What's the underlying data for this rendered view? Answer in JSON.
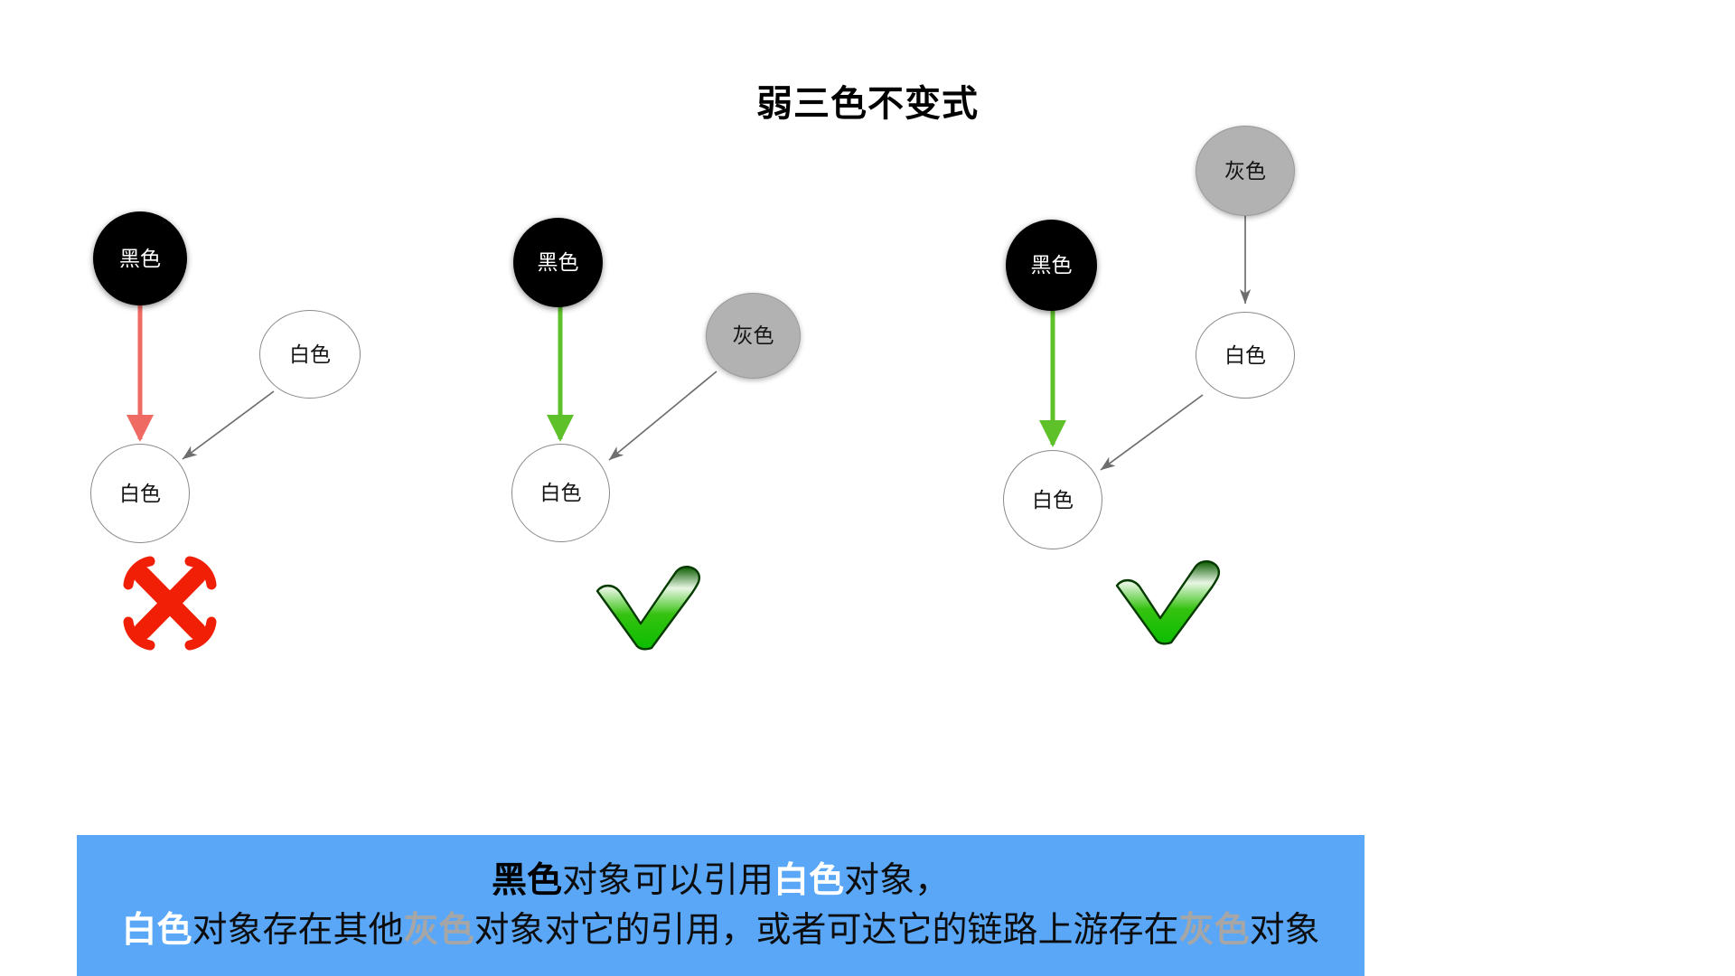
{
  "page": {
    "title": "弱三色不变式",
    "background_color": "#ffffff"
  },
  "colors": {
    "black_node": "#000000",
    "white_node": "#ffffff",
    "gray_node": "#b2b2b2",
    "node_border": "#8a8a8a",
    "edge_gray": "#6e6e6e",
    "edge_red": "#ef6a62",
    "edge_green": "#5ec12a",
    "banner_background": "#5aa7f7",
    "cross_red": "#f01f06",
    "check_green": "#18a500"
  },
  "groups": [
    {
      "id": "case-invalid",
      "verdict": "cross",
      "verdict_name": "red-cross-mark",
      "nodes": [
        {
          "id": "g1-black",
          "label": "黑色",
          "kind": "black"
        },
        {
          "id": "g1-white-upper",
          "label": "白色",
          "kind": "white"
        },
        {
          "id": "g1-white-lower",
          "label": "白色",
          "kind": "white"
        }
      ],
      "edges": [
        {
          "from": "g1-black",
          "to": "g1-white-lower",
          "color": "red"
        },
        {
          "from": "g1-white-upper",
          "to": "g1-white-lower",
          "color": "gray"
        }
      ]
    },
    {
      "id": "case-valid-direct-gray",
      "verdict": "check",
      "verdict_name": "green-check-mark",
      "nodes": [
        {
          "id": "g2-black",
          "label": "黑色",
          "kind": "black"
        },
        {
          "id": "g2-gray",
          "label": "灰色",
          "kind": "gray"
        },
        {
          "id": "g2-white",
          "label": "白色",
          "kind": "white"
        }
      ],
      "edges": [
        {
          "from": "g2-black",
          "to": "g2-white",
          "color": "green"
        },
        {
          "from": "g2-gray",
          "to": "g2-white",
          "color": "gray"
        }
      ]
    },
    {
      "id": "case-valid-upstream-gray",
      "verdict": "check",
      "verdict_name": "green-check-mark",
      "nodes": [
        {
          "id": "g3-gray",
          "label": "灰色",
          "kind": "gray"
        },
        {
          "id": "g3-black",
          "label": "黑色",
          "kind": "black"
        },
        {
          "id": "g3-white-upper",
          "label": "白色",
          "kind": "white"
        },
        {
          "id": "g3-white-lower",
          "label": "白色",
          "kind": "white"
        }
      ],
      "edges": [
        {
          "from": "g3-gray",
          "to": "g3-white-upper",
          "color": "gray"
        },
        {
          "from": "g3-black",
          "to": "g3-white-lower",
          "color": "green"
        },
        {
          "from": "g3-white-upper",
          "to": "g3-white-lower",
          "color": "gray"
        }
      ]
    }
  ],
  "banner": {
    "line1": [
      {
        "text": "黑色",
        "style": "black"
      },
      {
        "text": "对象可以引用",
        "style": "plain"
      },
      {
        "text": "白色",
        "style": "white"
      },
      {
        "text": "对象，",
        "style": "plain"
      }
    ],
    "line2": [
      {
        "text": "白色",
        "style": "white"
      },
      {
        "text": "对象存在其他",
        "style": "plain"
      },
      {
        "text": "灰色",
        "style": "gray"
      },
      {
        "text": "对象对它的引用，或者可达它的链路上游存在",
        "style": "plain"
      },
      {
        "text": "灰色",
        "style": "gray"
      },
      {
        "text": "对象",
        "style": "plain"
      }
    ],
    "line1_plain": "黑色对象可以引用白色对象，",
    "line2_plain": "白色对象存在其他灰色对象对它的引用，或者可达它的链路上游存在灰色对象"
  }
}
